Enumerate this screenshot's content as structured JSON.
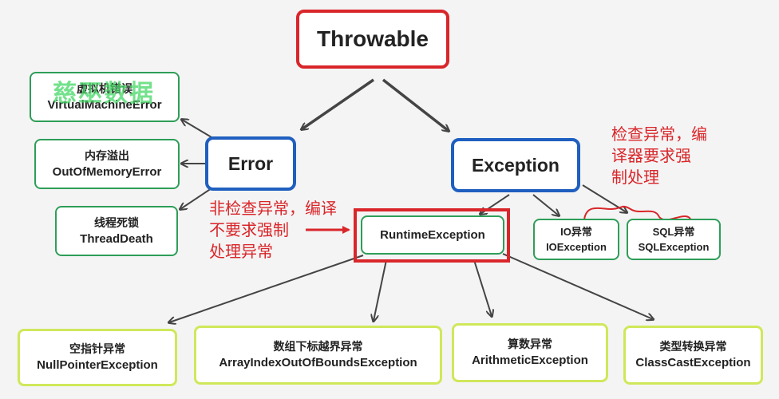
{
  "watermark": "慈巫数据",
  "nodes": {
    "throwable": "Throwable",
    "error": "Error",
    "exception": "Exception",
    "vm_error_cn": "虚拟机错误",
    "vm_error_en": "VirtualMachineError",
    "oom_cn": "内存溢出",
    "oom_en": "OutOfMemoryError",
    "thread_death_cn": "线程死锁",
    "thread_death_en": "ThreadDeath",
    "runtime": "RuntimeException",
    "io_cn": "IO异常",
    "io_en": "IOException",
    "sql_cn": "SQL异常",
    "sql_en": "SQLException",
    "npe_cn": "空指针异常",
    "npe_en": "NullPointerException",
    "aioobe_cn": "数组下标越界异常",
    "aioobe_en": "ArrayIndexOutOfBoundsException",
    "arith_cn": "算数异常",
    "arith_en": "ArithmeticException",
    "cce_cn": "类型转换异常",
    "cce_en": "ClassCastException"
  },
  "notes": {
    "unchecked_line1": "非检查异常，编译",
    "unchecked_line2": "不要求强制",
    "unchecked_line3": "处理异常",
    "checked_line1": "检查异常，编",
    "checked_line2": "译器要求强",
    "checked_line3": "制处理"
  },
  "colors": {
    "red": "#d9262a",
    "blue": "#1f5fbf",
    "green": "#2e9e58",
    "lime": "#cfe85a",
    "arrow": "#444444"
  }
}
